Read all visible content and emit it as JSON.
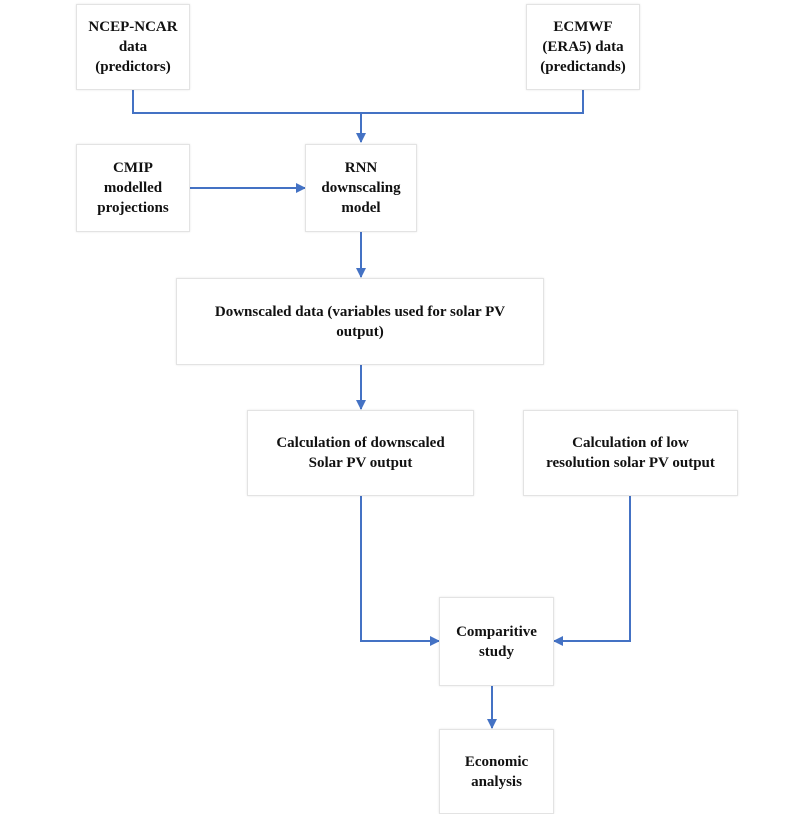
{
  "colors": {
    "connector": "#4472C4",
    "box_border": "#e3e3e3",
    "text": "#111111"
  },
  "nodes": {
    "ncep": "NCEP-NCAR\ndata\n(predictors)",
    "ecmwf": "ECMWF\n(ERA5) data\n(predictands)",
    "cmip": "CMIP\nmodelled\nprojections",
    "rnn": "RNN\ndownscaling\nmodel",
    "downscaled": "Downscaled data (variables used for solar PV\noutput)",
    "calc_downscaled": "Calculation of downscaled\nSolar PV output",
    "calc_lowres": "Calculation of low\nresolution solar PV output",
    "comparative": "Comparitive\nstudy",
    "economic": "Economic\nanalysis"
  }
}
